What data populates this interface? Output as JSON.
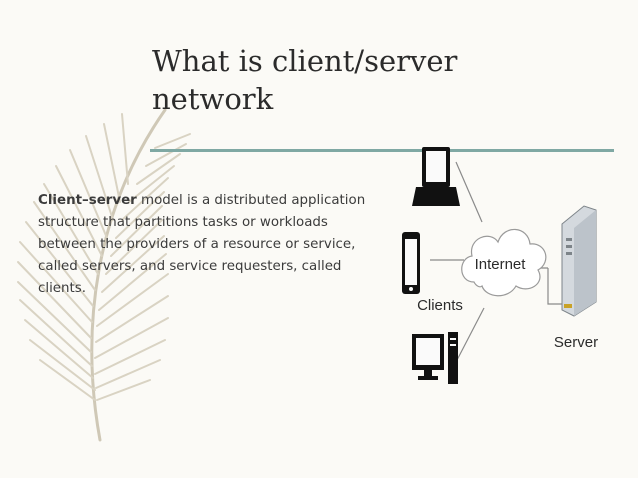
{
  "slide": {
    "title_line1": "What is client/server",
    "title_line2": "network",
    "body": {
      "term": "Client–server",
      "text": " model is a distributed application structure that partitions tasks or workloads between the providers of a resource or service, called servers, and service requesters, called clients."
    },
    "accent_color": "#7fa8a3"
  },
  "diagram": {
    "cloud_label": "Internet",
    "clients_label": "Clients",
    "server_label": "Server",
    "icons": [
      "laptop-icon",
      "phone-icon",
      "desktop-icon",
      "cloud-icon",
      "server-icon"
    ]
  }
}
